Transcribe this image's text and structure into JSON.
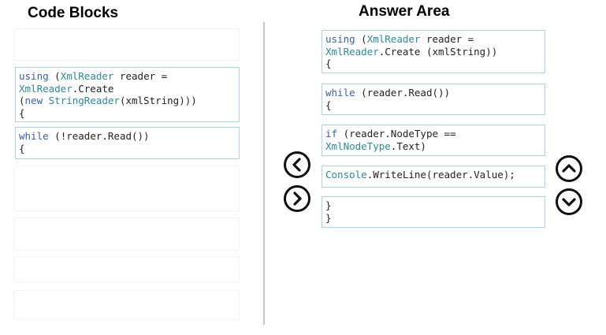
{
  "headings": {
    "code_blocks": "Code Blocks",
    "answer_area": "Answer Area"
  },
  "code_blocks": [
    {
      "lines": [
        [
          {
            "c": "kw",
            "t": "using"
          },
          {
            "c": "tx",
            "t": " ("
          },
          {
            "c": "ty",
            "t": "XmlReader"
          },
          {
            "c": "tx",
            "t": " reader ="
          }
        ],
        [
          {
            "c": "ty",
            "t": "XmlReader"
          },
          {
            "c": "tx",
            "t": ".Create"
          }
        ],
        [
          {
            "c": "tx",
            "t": "("
          },
          {
            "c": "kw",
            "t": "new"
          },
          {
            "c": "tx",
            "t": " "
          },
          {
            "c": "ty",
            "t": "StringReader"
          },
          {
            "c": "tx",
            "t": "(xmlString)))"
          }
        ],
        [
          {
            "c": "tx",
            "t": "{"
          }
        ]
      ]
    },
    {
      "lines": [
        [
          {
            "c": "kw",
            "t": "while"
          },
          {
            "c": "tx",
            "t": " (!reader.Read())"
          }
        ],
        [
          {
            "c": "tx",
            "t": "{"
          }
        ]
      ]
    }
  ],
  "answer_blocks": [
    {
      "lines": [
        [
          {
            "c": "kw",
            "t": "using"
          },
          {
            "c": "tx",
            "t": " ("
          },
          {
            "c": "ty",
            "t": "XmlReader"
          },
          {
            "c": "tx",
            "t": " reader ="
          }
        ],
        [
          {
            "c": "ty",
            "t": "XmlReader"
          },
          {
            "c": "tx",
            "t": ".Create (xmlString))"
          }
        ],
        [
          {
            "c": "tx",
            "t": "{"
          }
        ]
      ]
    },
    {
      "lines": [
        [
          {
            "c": "kw",
            "t": "while"
          },
          {
            "c": "tx",
            "t": " (reader.Read())"
          }
        ],
        [
          {
            "c": "tx",
            "t": "{"
          }
        ]
      ]
    },
    {
      "lines": [
        [
          {
            "c": "kw",
            "t": "if"
          },
          {
            "c": "tx",
            "t": " (reader.NodeType =="
          }
        ],
        [
          {
            "c": "ty",
            "t": "XmlNodeType"
          },
          {
            "c": "tx",
            "t": ".Text)"
          }
        ]
      ]
    },
    {
      "lines": [
        [
          {
            "c": "ty",
            "t": "Console"
          },
          {
            "c": "tx",
            "t": ".WriteLine(reader.Value);"
          }
        ]
      ]
    },
    {
      "lines": [
        [
          {
            "c": "tx",
            "t": "}"
          }
        ],
        [
          {
            "c": "tx",
            "t": "}"
          }
        ]
      ]
    }
  ],
  "icons": {
    "move_left": "chevron-left-icon",
    "move_right": "chevron-right-icon",
    "move_up": "chevron-up-icon",
    "move_down": "chevron-down-icon"
  },
  "colors": {
    "keyword": "#3a5fb0",
    "type": "#2e8a94",
    "box_border": "#a9d3de"
  }
}
